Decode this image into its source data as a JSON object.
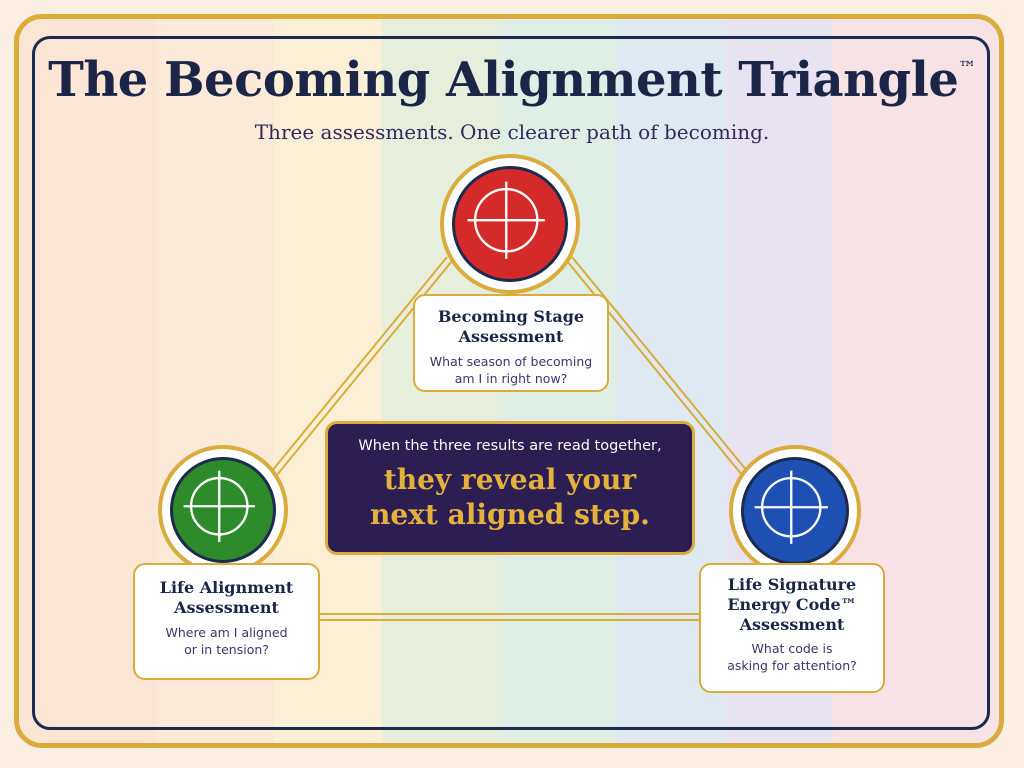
{
  "title": "The Becoming Alignment Triangle",
  "title_mark": "™",
  "subtitle": "Three assessments. One clearer path of becoming.",
  "colors": {
    "gold": "#d9ac3c",
    "navy": "#1b2548",
    "purple": "#2c1d52",
    "red": "#d52a2a",
    "green": "#2e8b2c",
    "blue": "#1e50b4"
  },
  "nodes": {
    "top": {
      "title": "Becoming Stage\nAssessment",
      "question": "What season of becoming\nam I in right now?",
      "color": "#d52a2a",
      "icon": "crosshair-icon"
    },
    "left": {
      "title": "Life Alignment\nAssessment",
      "question": "Where am I aligned\nor in tension?",
      "color": "#2e8b2c",
      "icon": "crosshair-icon"
    },
    "right": {
      "title": "Life Signature\nEnergy Code™\nAssessment",
      "question": "What code is\nasking for attention?",
      "color": "#1e50b4",
      "icon": "crosshair-icon"
    }
  },
  "center": {
    "lead": "When the three results are read together,",
    "emphasis": "they reveal your\nnext aligned step."
  }
}
